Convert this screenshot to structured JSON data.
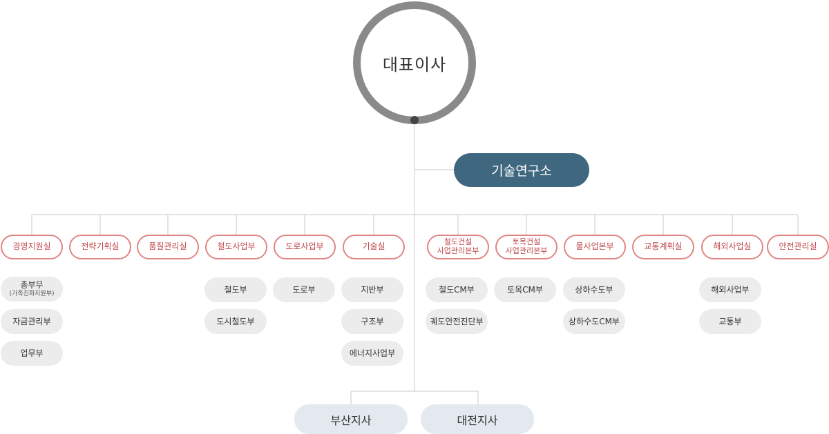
{
  "ceo": "대표이사",
  "institute": "기술연구소",
  "departments": [
    {
      "line1": "경영지원실",
      "line2": ""
    },
    {
      "line1": "전략기획실",
      "line2": ""
    },
    {
      "line1": "품질관리실",
      "line2": ""
    },
    {
      "line1": "철도사업부",
      "line2": ""
    },
    {
      "line1": "도로사업부",
      "line2": ""
    },
    {
      "line1": "기술실",
      "line2": ""
    },
    {
      "line1": "철도건설",
      "line2": "사업관리본부"
    },
    {
      "line1": "토목건설",
      "line2": "사업관리본부"
    },
    {
      "line1": "물사업본부",
      "line2": ""
    },
    {
      "line1": "교통계획실",
      "line2": ""
    },
    {
      "line1": "해외사업실",
      "line2": ""
    },
    {
      "line1": "안전관리실",
      "line2": ""
    }
  ],
  "teams": {
    "management": [
      {
        "label": "총부무",
        "sub": "(가족친화지원부)"
      },
      {
        "label": "자금관리부",
        "sub": ""
      },
      {
        "label": "업무부",
        "sub": ""
      }
    ],
    "railway": [
      {
        "label": "철도부",
        "sub": ""
      },
      {
        "label": "도시철도부",
        "sub": ""
      }
    ],
    "road": [
      {
        "label": "도로부",
        "sub": ""
      }
    ],
    "tech": [
      {
        "label": "지반부",
        "sub": ""
      },
      {
        "label": "구조부",
        "sub": ""
      },
      {
        "label": "에너지사업부",
        "sub": ""
      }
    ],
    "railway_hq": [
      {
        "label": "철도CM부",
        "sub": ""
      },
      {
        "label": "궤도안전진단부",
        "sub": ""
      }
    ],
    "civil_hq": [
      {
        "label": "토목CM부",
        "sub": ""
      }
    ],
    "water_hq": [
      {
        "label": "상하수도부",
        "sub": ""
      },
      {
        "label": "상하수도CM부",
        "sub": ""
      }
    ],
    "overseas": [
      {
        "label": "해외사업부",
        "sub": ""
      },
      {
        "label": "교통부",
        "sub": ""
      }
    ]
  },
  "branches": [
    "부산지사",
    "대전지사"
  ],
  "colors": {
    "line": "#c8c8c8",
    "ceo_ring": "#8a8a8a",
    "institute_bg": "#3f6780",
    "dept_border": "#e08585",
    "dept_text": "#c0474b",
    "team_bg": "#ececec",
    "branch_bg": "#e3e9ef"
  }
}
